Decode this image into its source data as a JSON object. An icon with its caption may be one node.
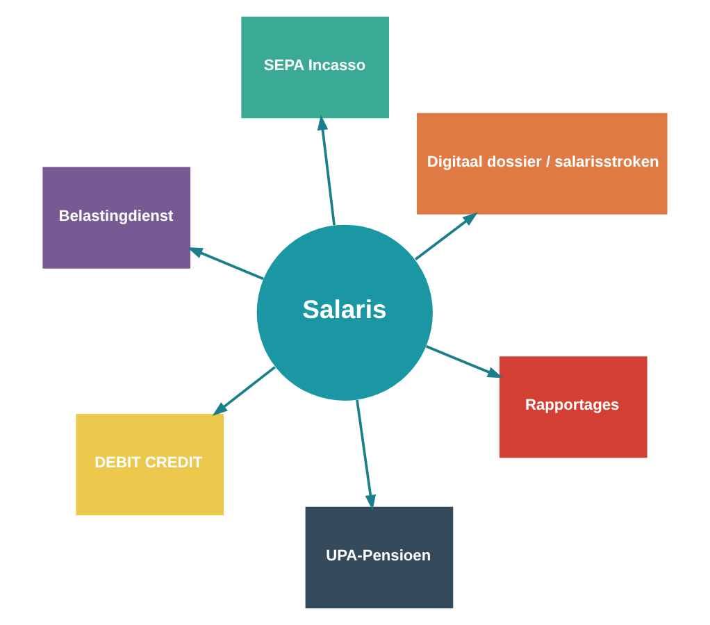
{
  "diagram": {
    "nodes": [
      {
        "text": [
          "Belastingdienst"
        ]
      },
      {
        "text": [
          "Rapportages"
        ]
      },
      {
        "text": [
          "UPA-Pensioen"
        ]
      },
      {
        "text": [
          "Salaris"
        ]
      },
      {
        "text": [
          "Digitaal dossier / salarisstroken"
        ]
      },
      {
        "text": [
          "SEPA Incasso"
        ]
      },
      {
        "text": [
          "DEBIT CREDIT"
        ]
      }
    ],
    "edges": [
      {
        "from": 3,
        "to": 0,
        "arrow": "to"
      },
      {
        "from": 3,
        "to": 1,
        "arrow": "to"
      },
      {
        "from": 3,
        "to": 2,
        "arrow": "to"
      },
      {
        "from": 3,
        "to": 4,
        "arrow": "to"
      },
      {
        "from": 3,
        "to": 5,
        "arrow": "to"
      },
      {
        "from": 3,
        "to": 6,
        "arrow": "to"
      }
    ]
  }
}
